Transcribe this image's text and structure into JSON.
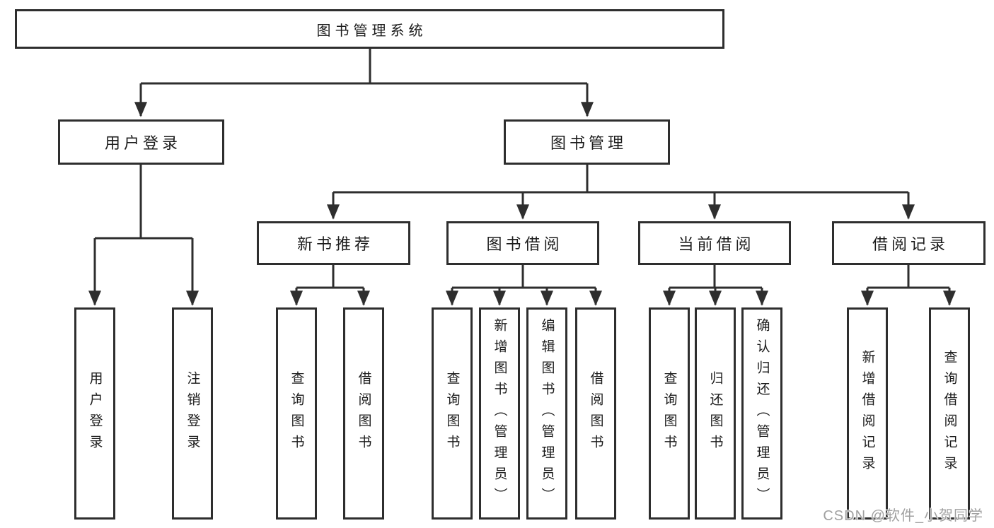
{
  "root": {
    "label": "图书管理系统"
  },
  "level2": [
    {
      "label": "用户登录"
    },
    {
      "label": "图书管理"
    }
  ],
  "level3": [
    {
      "label": "新书推荐"
    },
    {
      "label": "图书借阅"
    },
    {
      "label": "当前借阅"
    },
    {
      "label": "借阅记录"
    }
  ],
  "leaves": {
    "user": [
      {
        "label": "用户登录"
      },
      {
        "label": "注销登录"
      }
    ],
    "recommend": [
      {
        "label": "查询图书"
      },
      {
        "label": "借阅图书"
      }
    ],
    "borrow": [
      {
        "label": "查询图书"
      },
      {
        "label": "新增图书（管理员）"
      },
      {
        "label": "编辑图书（管理员）"
      },
      {
        "label": "借阅图书"
      }
    ],
    "current": [
      {
        "label": "查询图书"
      },
      {
        "label": "归还图书"
      },
      {
        "label": "确认归还（管理员）"
      }
    ],
    "records": [
      {
        "label": "新增借阅记录"
      },
      {
        "label": "查询借阅记录"
      }
    ]
  },
  "watermark": {
    "text": "CSDN @软件_小贺同学"
  },
  "colors": {
    "line": "#2e2e2e",
    "text": "#1c1c1c",
    "background": "#ffffff",
    "watermark": "#a0a0a0"
  }
}
